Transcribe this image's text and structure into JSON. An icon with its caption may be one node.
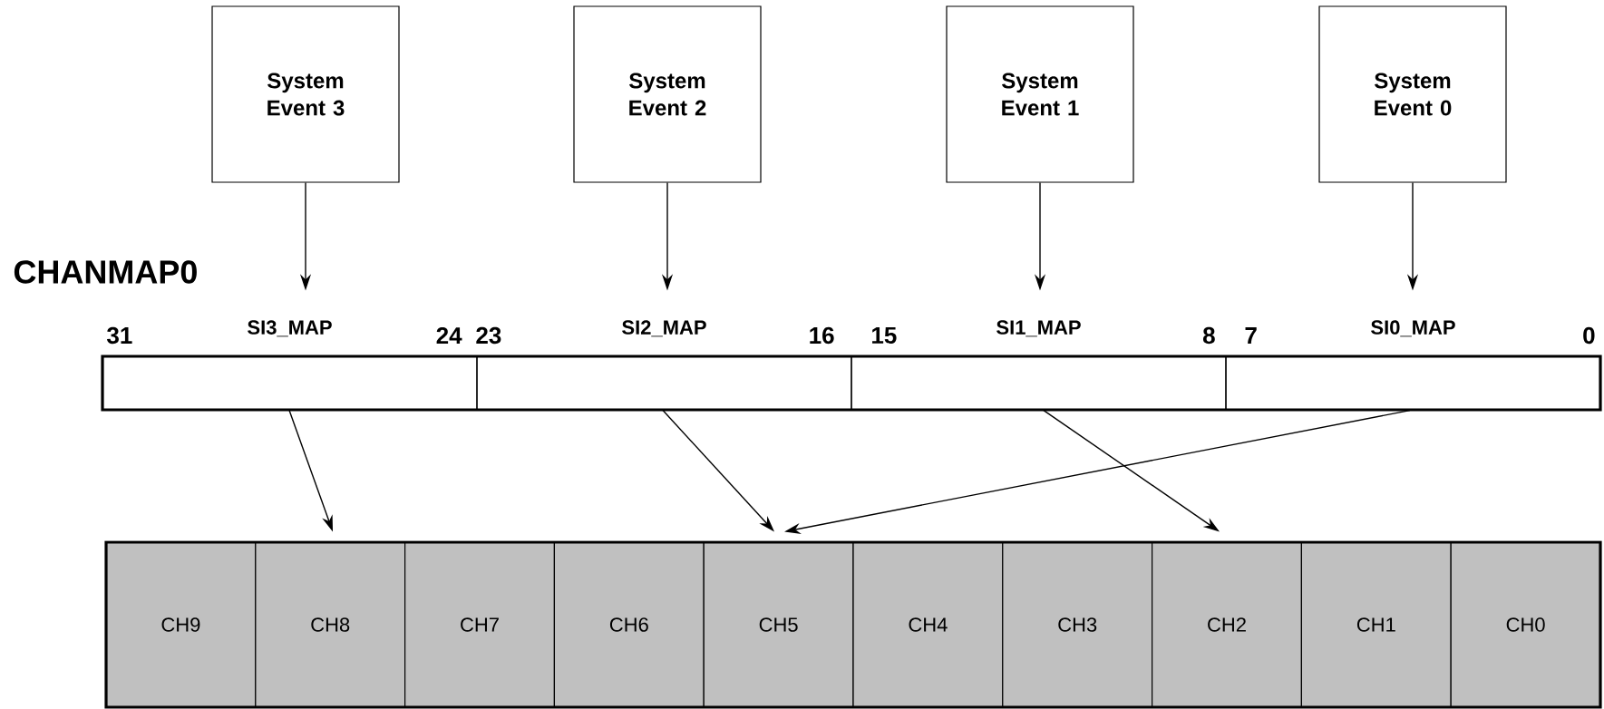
{
  "diagram": {
    "nodes": [
      {
        "text": [
          "System Event 3"
        ]
      },
      {
        "text": [
          "System Event 2"
        ]
      },
      {
        "text": [
          "System Event 1"
        ]
      },
      {
        "text": [
          "System Event 0"
        ]
      },
      {
        "text": [
          "CHANMAP0"
        ]
      },
      {
        "text": [
          "SI3_MAP"
        ],
        "in": 4
      },
      {
        "text": [
          "SI2_MAP"
        ],
        "in": 4
      },
      {
        "text": [
          "SI1_MAP"
        ],
        "in": 4
      },
      {
        "text": [
          "SI0_MAP"
        ],
        "in": 4
      },
      {
        "text": [
          "CH9"
        ]
      },
      {
        "text": [
          "CH8"
        ]
      },
      {
        "text": [
          "CH7"
        ]
      },
      {
        "text": [
          "CH6"
        ]
      },
      {
        "text": [
          "CH5"
        ]
      },
      {
        "text": [
          "CH4"
        ]
      },
      {
        "text": [
          "CH3"
        ]
      },
      {
        "text": [
          "CH2"
        ]
      },
      {
        "text": [
          "CH1"
        ]
      },
      {
        "text": [
          "CH0"
        ]
      }
    ],
    "edges": [
      {
        "from": 0,
        "to": 5,
        "arrow": "to"
      },
      {
        "from": 1,
        "to": 6,
        "arrow": "to"
      },
      {
        "from": 2,
        "to": 7,
        "arrow": "to"
      },
      {
        "from": 3,
        "to": 8,
        "arrow": "to"
      },
      {
        "from": 5,
        "to": 10,
        "arrow": "to"
      },
      {
        "from": 6,
        "to": 13,
        "arrow": "to"
      },
      {
        "from": 7,
        "to": 16,
        "arrow": "to"
      },
      {
        "from": 8,
        "to": 13,
        "arrow": "to"
      }
    ],
    "labels": [
      "31",
      "24",
      "23",
      "16",
      "15",
      "8",
      "7",
      "0"
    ]
  }
}
